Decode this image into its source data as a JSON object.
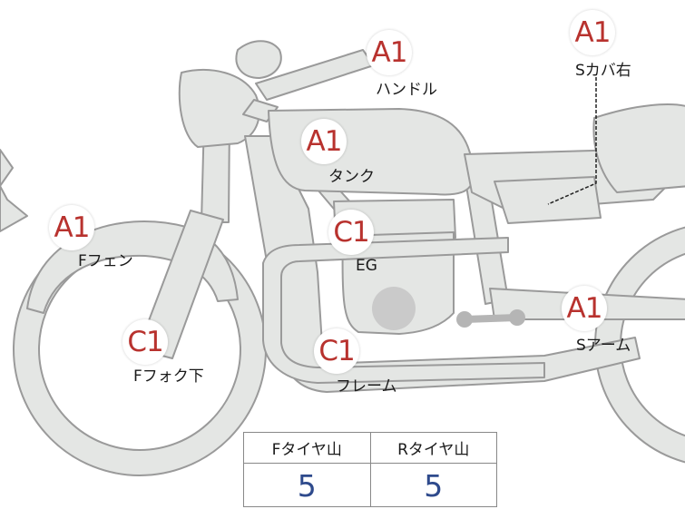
{
  "parts": [
    {
      "id": "handle",
      "grade": "A1",
      "label": "ハンドル"
    },
    {
      "id": "side-cover-right",
      "grade": "A1",
      "label": "Sカバ右"
    },
    {
      "id": "tank",
      "grade": "A1",
      "label": "タンク"
    },
    {
      "id": "front-fender",
      "grade": "A1",
      "label": "Fフェン"
    },
    {
      "id": "engine",
      "grade": "C1",
      "label": "EG"
    },
    {
      "id": "front-fork-lower",
      "grade": "C1",
      "label": "Fフォク下"
    },
    {
      "id": "frame",
      "grade": "C1",
      "label": "フレーム"
    },
    {
      "id": "swing-arm",
      "grade": "A1",
      "label": "Sアーム"
    }
  ],
  "tire_table": {
    "front_header": "Fタイヤ山",
    "rear_header": "Rタイヤ山",
    "front_value": "5",
    "rear_value": "5"
  },
  "colors": {
    "grade_text": "#b8322e",
    "tire_value": "#2e4a8c",
    "bike_fill": "#e4e6e4",
    "bike_stroke": "#9a9a9a"
  }
}
